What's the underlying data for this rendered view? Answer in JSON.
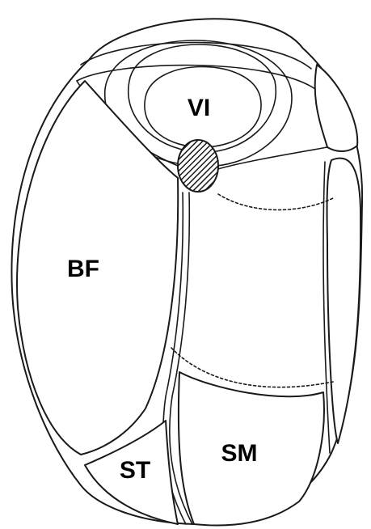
{
  "labels": {
    "vi": "VI",
    "bf": "BF",
    "st": "ST",
    "sm": "SM"
  },
  "colors": {
    "line": "#1a1a1a",
    "background": "#ffffff",
    "hatch": "#1a1a1a"
  }
}
